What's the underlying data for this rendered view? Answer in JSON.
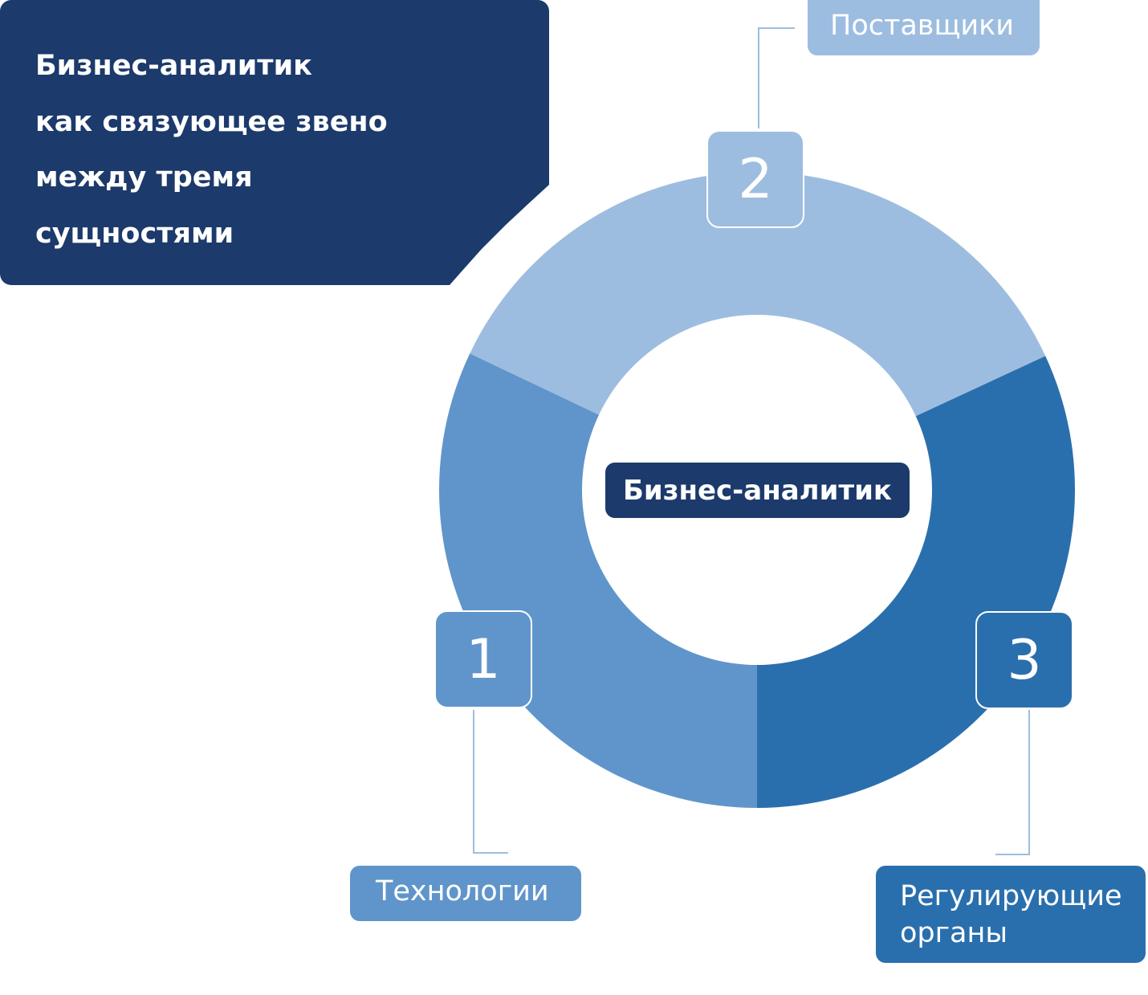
{
  "title": {
    "lines": [
      "Бизнес-аналитик",
      "как связующее звено",
      "между тремя",
      "сущностями"
    ]
  },
  "center": {
    "label": "Бизнес-аналитик"
  },
  "segments": [
    {
      "number": "1",
      "label": "Технологии",
      "color": "#6095cb"
    },
    {
      "number": "2",
      "label": "Поставщики",
      "color": "#9dbde0"
    },
    {
      "number": "3",
      "label": "Регулирующие органы",
      "label_lines": [
        "Регулирующие",
        "органы"
      ],
      "color": "#2a6fad"
    }
  ],
  "colors": {
    "navy": "#1c3a6b",
    "connector": "#9dbde0"
  }
}
